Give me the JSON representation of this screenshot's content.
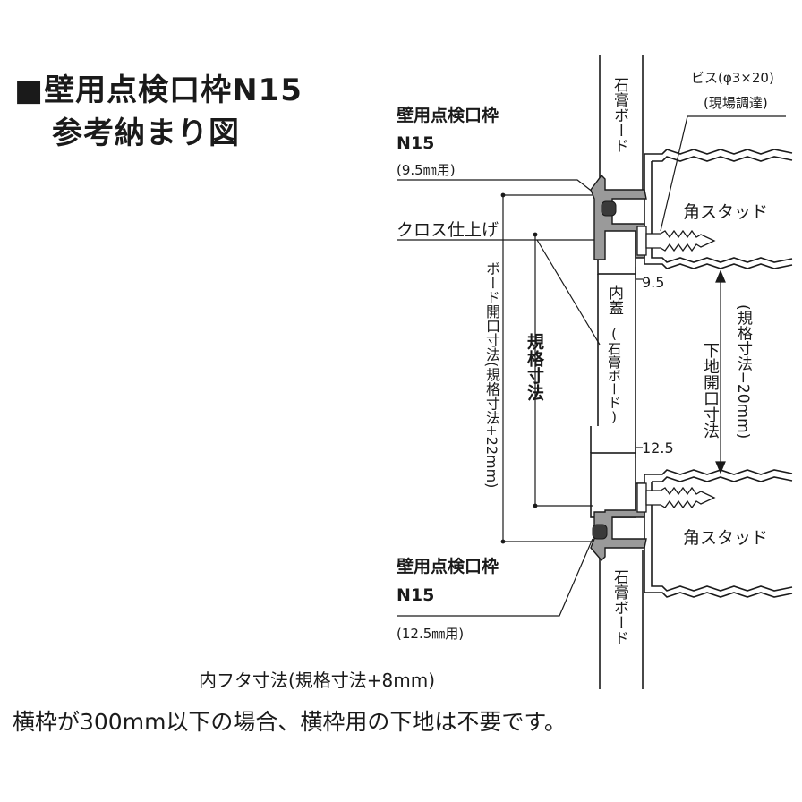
{
  "title": {
    "line1": "■壁用点検口枠N15",
    "line2": "参考納まり図"
  },
  "labels": {
    "top_frame_name": "壁用点検口枠",
    "top_frame_model": "N15",
    "top_frame_spec": "(9.5㎜用)",
    "bottom_frame_name": "壁用点検口枠",
    "bottom_frame_model": "N15",
    "bottom_frame_spec": "(12.5㎜用)",
    "cloth_finish": "クロス仕上げ",
    "screw": "ビス(φ3×20)",
    "screw_note": "(現場調達)",
    "gypsum_board_top": "石膏ボード",
    "gypsum_board_bottom": "石膏ボード",
    "stud_top": "角スタッド",
    "stud_bottom": "角スタッド",
    "inner_lid": "内蓋",
    "inner_lid_note": "(石膏ボード)",
    "dim_9_5": "9.5",
    "dim_12_5": "12.5",
    "board_opening": "ボード開口寸法(規格寸法+22mm)",
    "standard_size": "規格寸法",
    "base_opening": "下地開口寸法",
    "base_opening_note": "(規格寸法−20mm)",
    "inner_lid_size": "内フタ寸法(規格寸法+8mm)"
  },
  "note": "横枠が300mm以下の場合、横枠用の下地は不要です。",
  "colors": {
    "line": "#1a1a1a",
    "frame_fill": "#9a9a9a",
    "frame_dark": "#3a3a3a"
  },
  "icons": [
    "screw-icon",
    "stud-section-icon",
    "frame-profile-icon"
  ]
}
